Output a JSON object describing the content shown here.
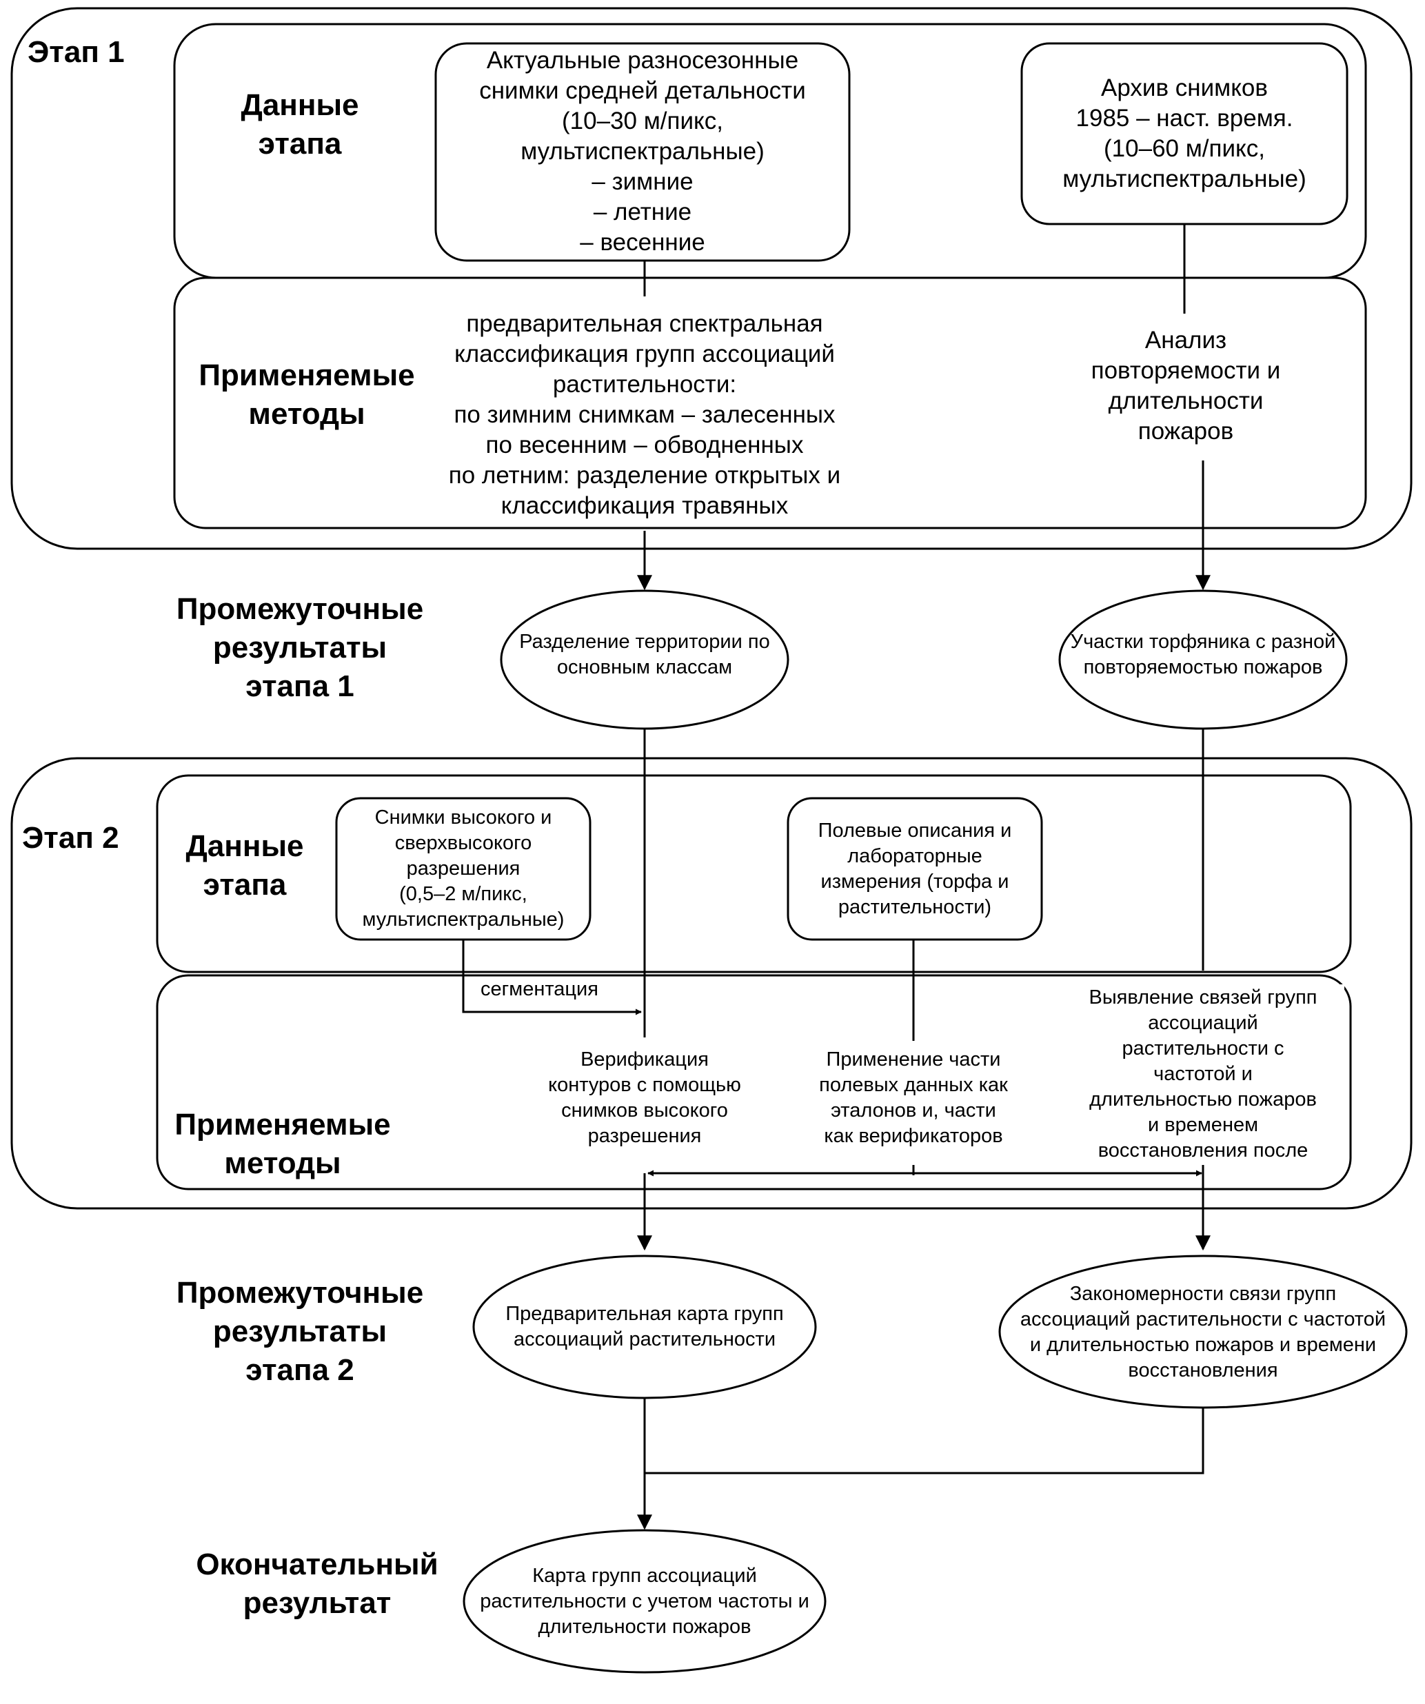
{
  "stage1": {
    "title": "Этап 1",
    "data_label": [
      "Данные",
      "этапа"
    ],
    "methods_label": [
      "Применяемые",
      "методы"
    ],
    "data_box_left": [
      "Актуальные разносезонные",
      "снимки средней детальности",
      "(10–30 м/пикс,",
      "мультиспектральные)",
      "– зимние",
      "– летние",
      "– весенние"
    ],
    "data_box_right": [
      "Архив снимков",
      "1985 – наст. время.",
      "(10–60 м/пикс,",
      "мультиспектральные)"
    ],
    "method_left": [
      "предварительная спектральная",
      "классификация групп ассоциаций",
      "растительности:",
      "по зимним снимкам – залесенных",
      "по весенним – обводненных",
      "по летним: разделение открытых и",
      "классификация травяных"
    ],
    "method_right": [
      "Анализ",
      "повторяемости и",
      "длительности",
      "пожаров"
    ]
  },
  "interim1": {
    "label": [
      "Промежуточные",
      "результаты",
      "этапа 1"
    ],
    "left": [
      "Разделение территории по",
      "основным классам"
    ],
    "right": [
      "Участки торфяника с разной",
      "повторяемостью пожаров"
    ]
  },
  "stage2": {
    "title": "Этап 2",
    "data_label": [
      "Данные",
      "этапа"
    ],
    "methods_label": [
      "Применяемые",
      "методы"
    ],
    "data_box_left": [
      "Снимки высокого и",
      "сверхвысокого",
      "разрешения",
      "(0,5–2 м/пикс,",
      "мультиспектральные)"
    ],
    "data_box_mid": [
      "Полевые описания и",
      "лабораторные",
      "измерения (торфа и",
      "растительности)"
    ],
    "segmentation": "сегментация",
    "method_left": [
      "Верификация",
      "контуров с помощью",
      "снимков высокого",
      "разрешения"
    ],
    "method_mid": [
      "Применение части",
      "полевых данных как",
      "эталонов и, части",
      "как верификаторов"
    ],
    "method_right": [
      "Выявление связей групп",
      "ассоциаций",
      "растительности с",
      "частотой и",
      "длительностью пожаров",
      "и временем",
      "восстановления после"
    ]
  },
  "interim2": {
    "label": [
      "Промежуточные",
      "результаты",
      "этапа 2"
    ],
    "left": [
      "Предварительная карта групп",
      "ассоциаций растительности"
    ],
    "right": [
      "Закономерности связи групп",
      "ассоциаций растительности с частотой",
      "и длительностью пожаров и времени",
      "восстановления"
    ]
  },
  "final": {
    "label": [
      "Окончательный",
      "результат"
    ],
    "ellipse": [
      "Карта групп ассоциаций",
      "растительности с учетом частоты и",
      "длительности пожаров"
    ]
  }
}
